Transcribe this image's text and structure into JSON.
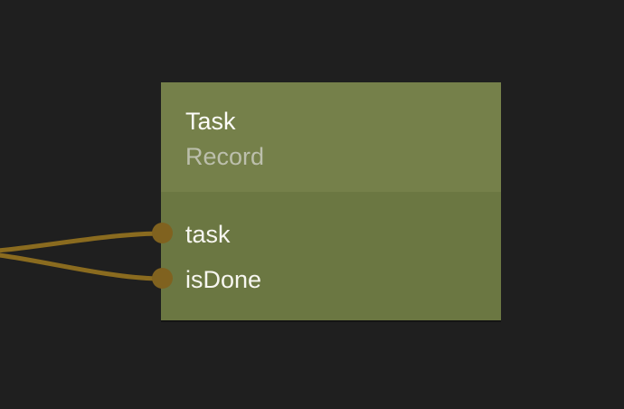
{
  "canvas": {
    "background": "#1f1f1f"
  },
  "colors": {
    "connection": "#8a6b1f",
    "port": "#80621f",
    "node_header": "#75804a",
    "node_body": "#6b7742"
  },
  "node": {
    "title": "Task",
    "subtitle": "Record",
    "inputs": [
      {
        "label": "task"
      },
      {
        "label": "isDone"
      }
    ]
  }
}
